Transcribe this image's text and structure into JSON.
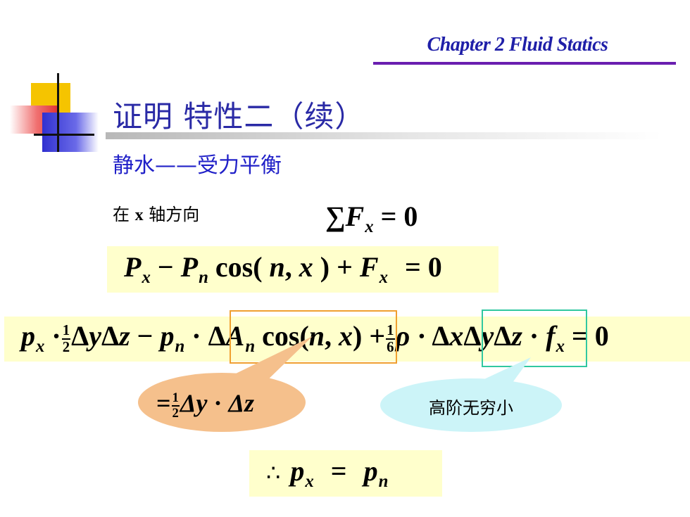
{
  "header": {
    "chapter": "Chapter 2  Fluid Statics"
  },
  "slide": {
    "title": "证明 特性二（续）",
    "subtitle": "静水——受力平衡",
    "x_direction": {
      "prefix": "在",
      "axis": "x",
      "suffix": "轴方向"
    }
  },
  "equations": {
    "sum_force": "∑F_x = 0",
    "force_balance": "P_x − P_n cos(n, x) + F_x = 0",
    "expanded": "p_x · ½ΔyΔz − p_n · ΔA_n cos(n, x) + ⅙ρ · ΔxΔyΔz · f_x = 0",
    "area_projection": "= ½ Δy · Δz",
    "conclusion": "∴ p_x = p_n"
  },
  "callouts": {
    "higher_order": "高阶无穷小"
  },
  "colors": {
    "title": "#2a2aa6",
    "subtitle": "#2020c8",
    "chapter_rule": "#6a1fb0",
    "equation_box": "#ffffcc",
    "highlight_area": "#f0a030",
    "highlight_volume": "#30c8a0",
    "bubble_area": "#f5c08c",
    "bubble_note": "#ccf4f8"
  }
}
